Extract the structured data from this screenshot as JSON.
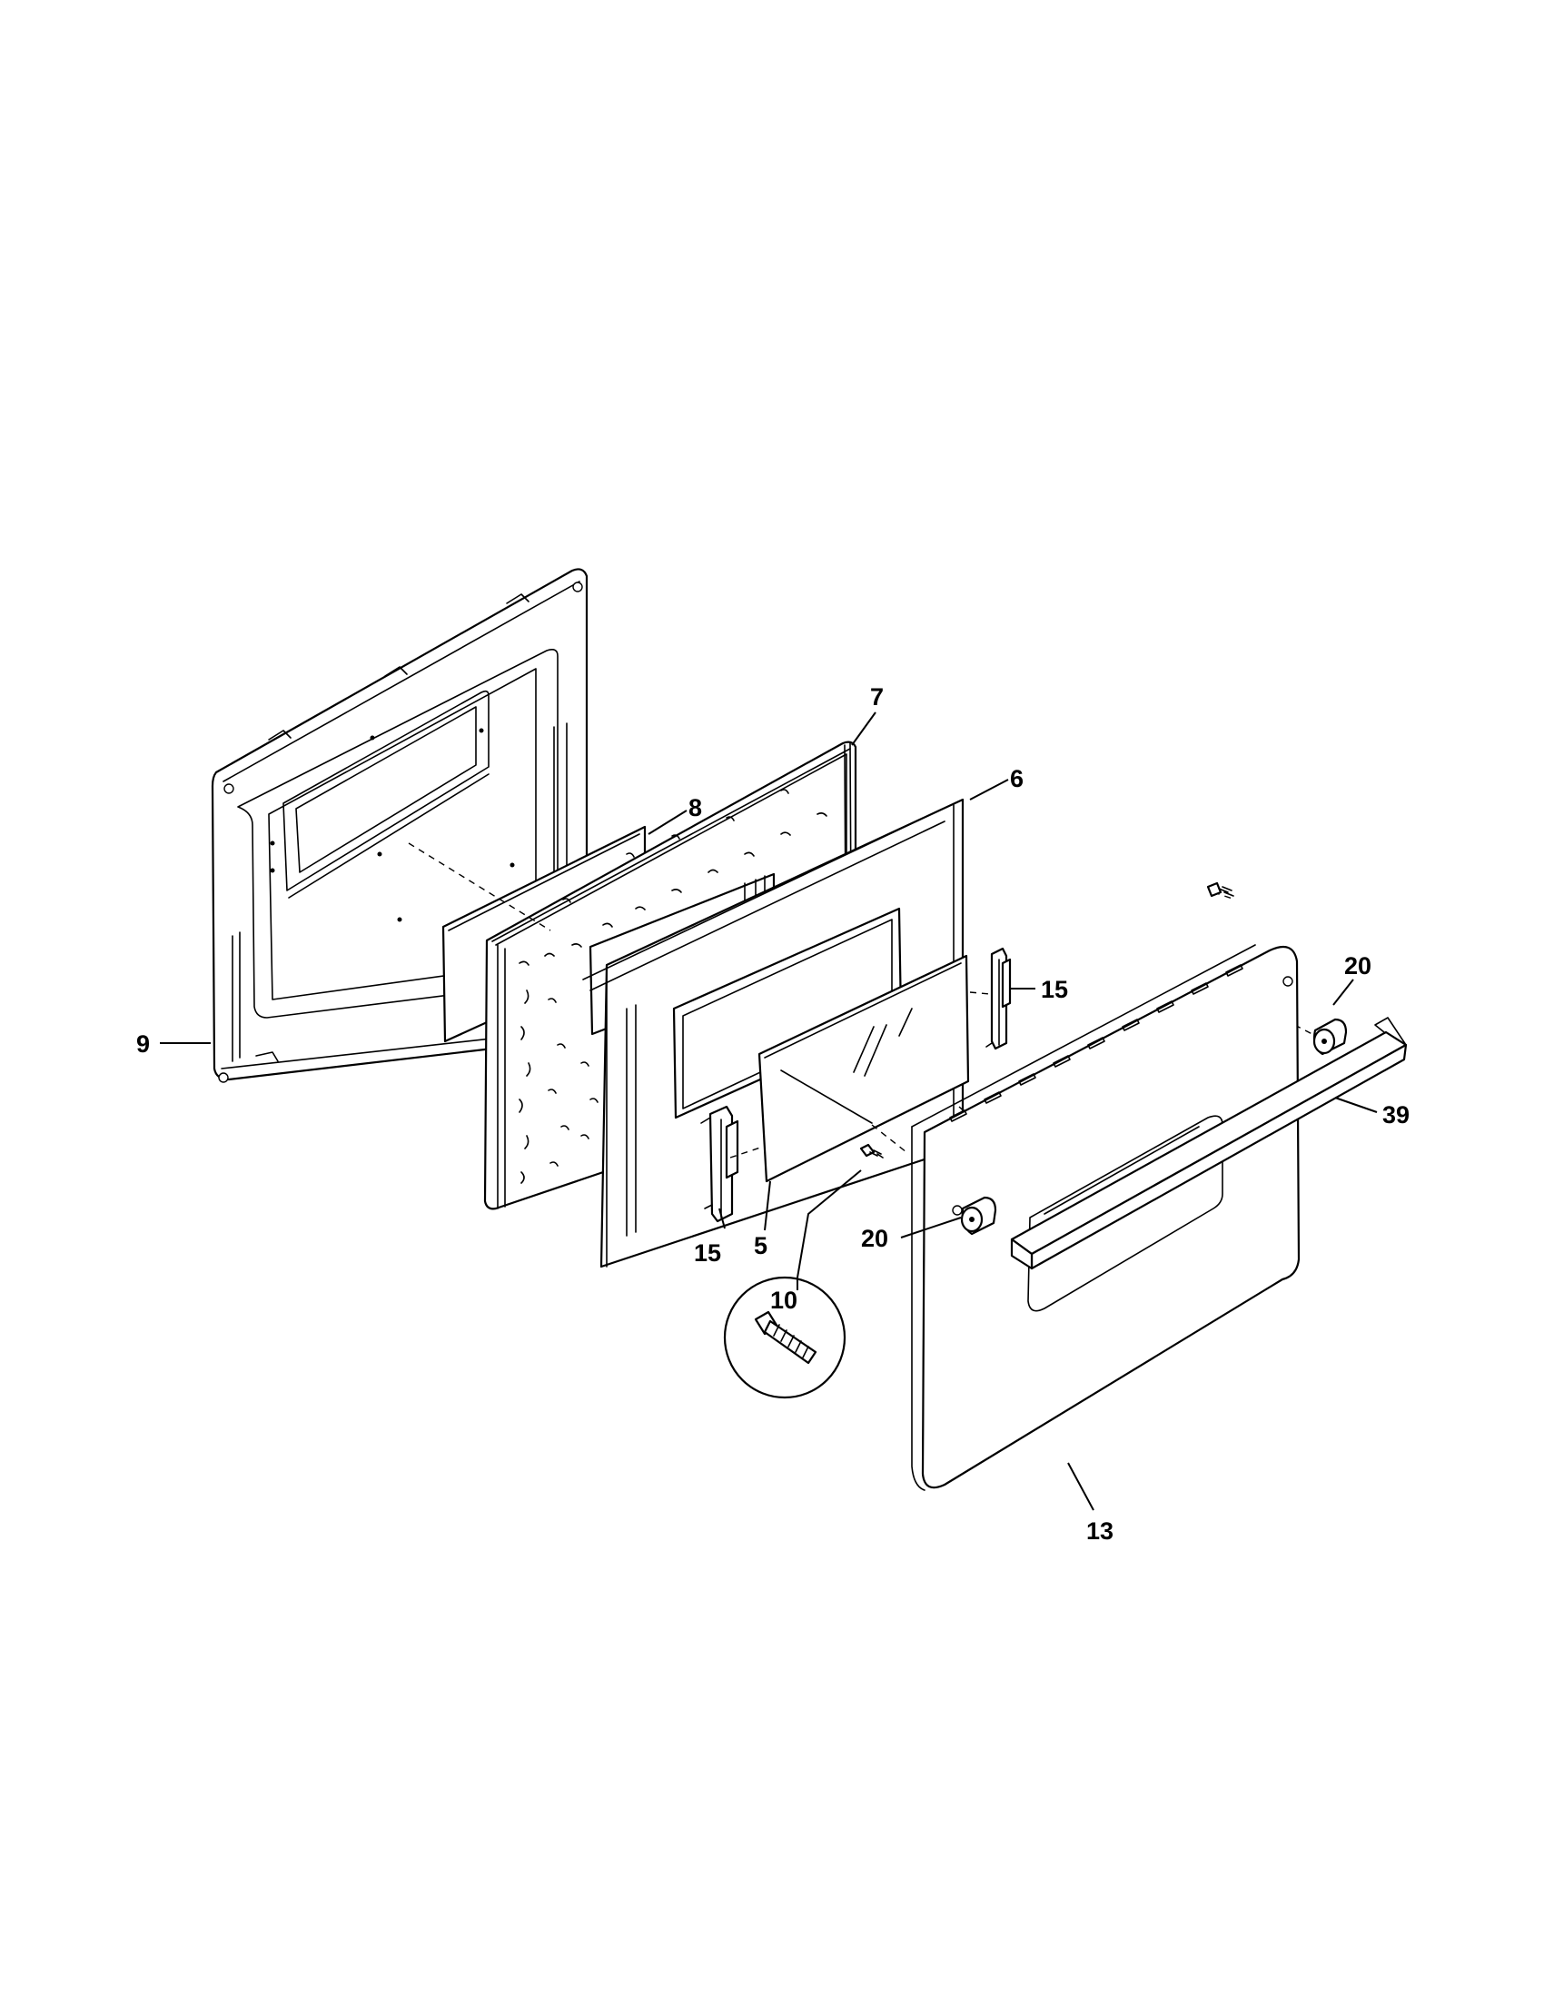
{
  "diagram": {
    "type": "exploded-parts-view",
    "callouts": [
      {
        "id": "c9",
        "label": "9"
      },
      {
        "id": "c8",
        "label": "8"
      },
      {
        "id": "c7",
        "label": "7"
      },
      {
        "id": "c6",
        "label": "6"
      },
      {
        "id": "c15a",
        "label": "15"
      },
      {
        "id": "c15b",
        "label": "15"
      },
      {
        "id": "c5",
        "label": "5"
      },
      {
        "id": "c10",
        "label": "10"
      },
      {
        "id": "c20a",
        "label": "20"
      },
      {
        "id": "c20b",
        "label": "20"
      },
      {
        "id": "c39",
        "label": "39"
      },
      {
        "id": "c13",
        "label": "13"
      }
    ]
  }
}
